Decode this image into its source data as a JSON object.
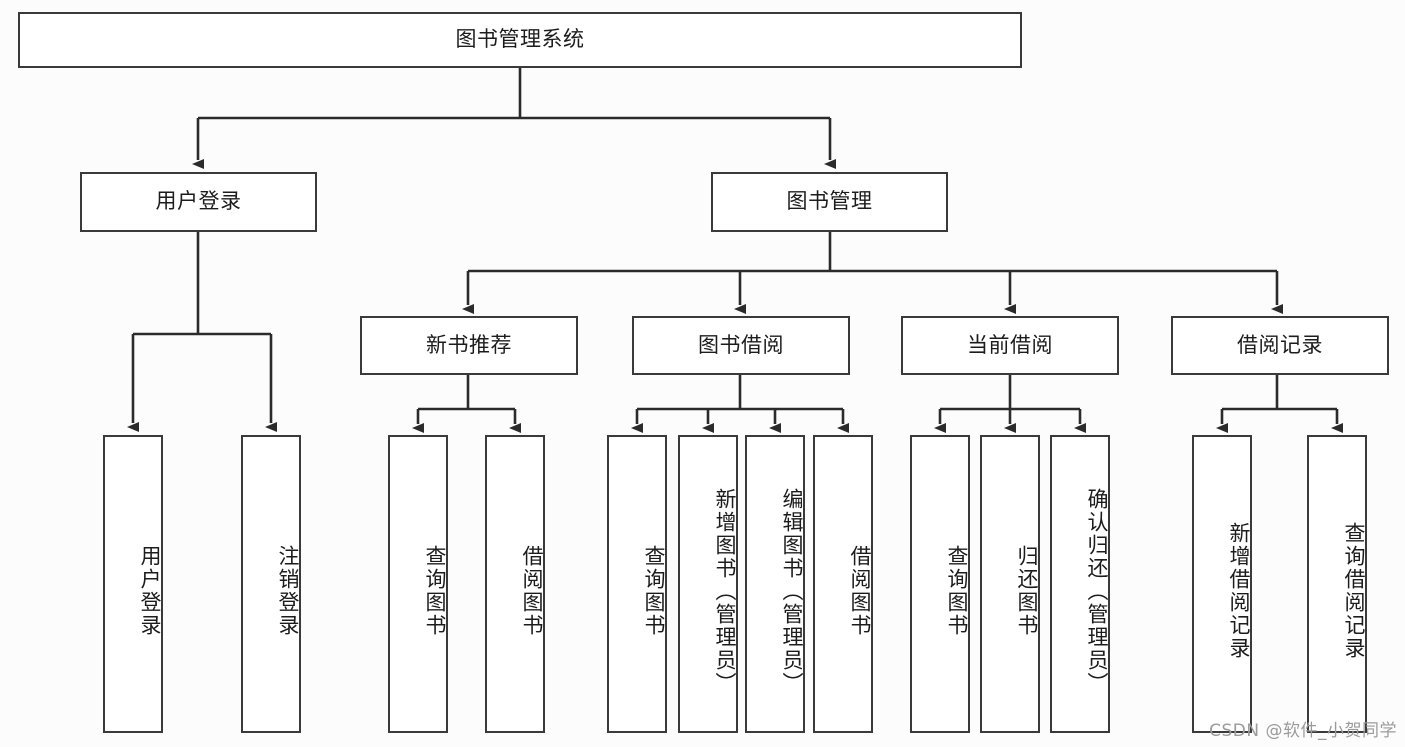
{
  "diagram": {
    "title": "图书管理系统",
    "type": "tree-hierarchy-diagram",
    "background_color": "#fcfcfc",
    "line_color": "#3a3a3a",
    "box_fill": "#ffffff",
    "nodes": {
      "root": {
        "label": "图书管理系统"
      },
      "l1": [
        {
          "label": "用户登录"
        },
        {
          "label": "图书管理"
        }
      ],
      "l2": [
        {
          "label": "新书推荐"
        },
        {
          "label": "图书借阅"
        },
        {
          "label": "当前借阅"
        },
        {
          "label": "借阅记录"
        }
      ],
      "leaves_user_login": [
        {
          "label": "用户登录"
        },
        {
          "label": "注销登录"
        }
      ],
      "leaves_new_books": [
        {
          "label": "查询图书"
        },
        {
          "label": "借阅图书"
        }
      ],
      "leaves_borrow": [
        {
          "label": "查询图书"
        },
        {
          "label": "新增图书（管理员）"
        },
        {
          "label": "编辑图书（管理员）"
        },
        {
          "label": "借阅图书"
        }
      ],
      "leaves_current": [
        {
          "label": "查询图书"
        },
        {
          "label": "归还图书"
        },
        {
          "label": "确认归还（管理员）"
        }
      ],
      "leaves_records": [
        {
          "label": "新增借阅记录"
        },
        {
          "label": "查询借阅记录"
        }
      ]
    }
  },
  "watermark": {
    "text": "CSDN @软件_小贺同学"
  }
}
